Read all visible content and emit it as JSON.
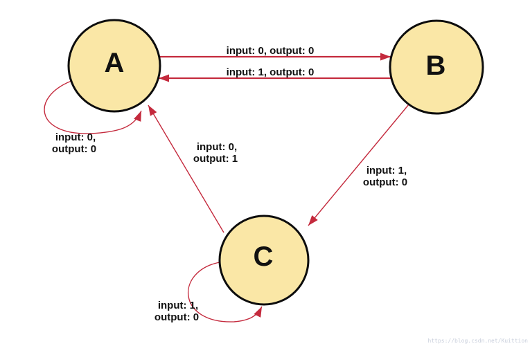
{
  "diagram": {
    "type": "state-machine",
    "states": {
      "a": {
        "label": "A"
      },
      "b": {
        "label": "B"
      },
      "c": {
        "label": "C"
      }
    },
    "transitions": {
      "a_to_b": {
        "from": "A",
        "to": "B",
        "label": "input: 0, output: 0"
      },
      "b_to_a": {
        "from": "B",
        "to": "A",
        "label": "input: 1, output: 0"
      },
      "b_to_c": {
        "from": "B",
        "to": "C",
        "label_line1": "input: 1,",
        "label_line2": "output: 0"
      },
      "c_to_a": {
        "from": "C",
        "to": "A",
        "label_line1": "input: 0,",
        "label_line2": "output: 1"
      },
      "a_self": {
        "from": "A",
        "to": "A",
        "label_line1": "input: 0,",
        "label_line2": "output: 0"
      },
      "c_self": {
        "from": "C",
        "to": "C",
        "label_line1": "input: 1,",
        "label_line2": "output: 0"
      }
    },
    "colors": {
      "state_fill": "#FAE7A6",
      "state_stroke": "#0d0d0d",
      "arrow": "#C42A3D",
      "label_text": "#111111",
      "watermark": "#C9CFDC"
    },
    "watermark": "https://blog.csdn.net/Kuittion"
  }
}
